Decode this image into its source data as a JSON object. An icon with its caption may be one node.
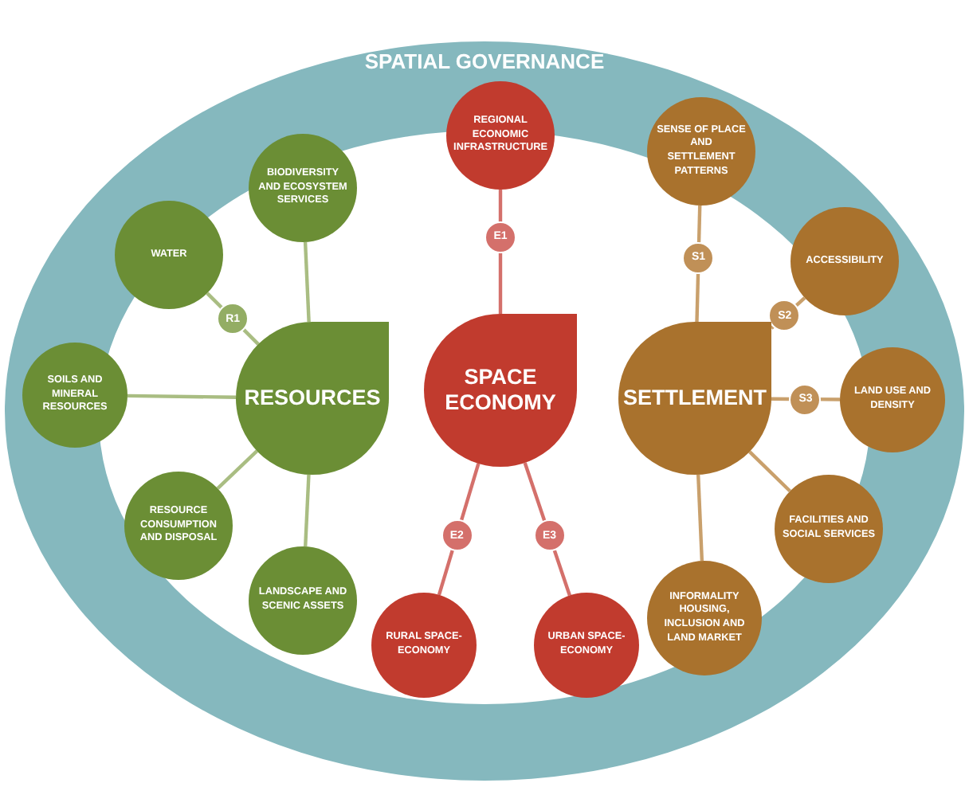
{
  "diagram": {
    "nodes": [
      {
        "text": [
          "SPATIAL GOVERNANCE"
        ]
      },
      {
        "text": [
          "BIODIVERSITY AND ECOSYSTEM SERVICES"
        ],
        "in": 0
      },
      {
        "text": [
          "WATER"
        ],
        "in": 0
      },
      {
        "text": [
          "SOILS AND MINERAL RESOURCES"
        ],
        "in": 0
      },
      {
        "text": [
          "RESOURCE CONSUMPTION AND DISPOSAL"
        ],
        "in": 0
      },
      {
        "text": [
          "LANDSCAPE AND SCENIC ASSETS"
        ],
        "in": 0
      },
      {
        "text": [
          "RESOURCES"
        ],
        "in": 0
      },
      {
        "text": [
          "REGIONAL ECONOMIC INFRASTRUCTURE"
        ],
        "in": 0
      },
      {
        "text": [
          "SPACE ECONOMY"
        ],
        "in": 0
      },
      {
        "text": [
          "RURAL SPACE-ECONOMY"
        ],
        "in": 0
      },
      {
        "text": [
          "URBAN SPACE-ECONOMY"
        ],
        "in": 0
      },
      {
        "text": [
          "SENSE OF PLACE AND SETTLEMENT PATTERNS"
        ],
        "in": 0
      },
      {
        "text": [
          "ACCESSIBILITY"
        ],
        "in": 0
      },
      {
        "text": [
          "SETTLEMENT"
        ],
        "in": 0
      },
      {
        "text": [
          "LAND USE AND DENSITY"
        ],
        "in": 0
      },
      {
        "text": [
          "FACILITIES AND SOCIAL SERVICES"
        ],
        "in": 0
      },
      {
        "text": [
          "INFORMALITY HOUSING, INCLUSION AND LAND MARKET"
        ],
        "in": 0
      }
    ],
    "edges": [
      {
        "from": 6,
        "to": 1,
        "arrow": "none",
        "color": "#a9bd82"
      },
      {
        "from": 6,
        "to": 2,
        "arrow": "none",
        "label": "R1",
        "color": "#a9bd82"
      },
      {
        "from": 6,
        "to": 3,
        "arrow": "none",
        "color": "#a9bd82"
      },
      {
        "from": 6,
        "to": 4,
        "arrow": "none",
        "color": "#a9bd82"
      },
      {
        "from": 6,
        "to": 5,
        "arrow": "none",
        "color": "#a9bd82"
      },
      {
        "from": 8,
        "to": 7,
        "arrow": "none",
        "label": "E1",
        "color": "#d4706b"
      },
      {
        "from": 8,
        "to": 9,
        "arrow": "none",
        "label": "E2",
        "color": "#d4706b"
      },
      {
        "from": 8,
        "to": 10,
        "arrow": "none",
        "label": "E3",
        "color": "#d4706b"
      },
      {
        "from": 13,
        "to": 11,
        "arrow": "none",
        "label": "S1",
        "color": "#c9a06c"
      },
      {
        "from": 13,
        "to": 12,
        "arrow": "none",
        "label": "S2",
        "color": "#c9a06c"
      },
      {
        "from": 13,
        "to": 14,
        "arrow": "none",
        "label": "S3",
        "color": "#c9a06c"
      },
      {
        "from": 13,
        "to": 15,
        "arrow": "none",
        "color": "#c9a06c"
      },
      {
        "from": 13,
        "to": 16,
        "arrow": "none",
        "color": "#c9a06c"
      }
    ]
  }
}
